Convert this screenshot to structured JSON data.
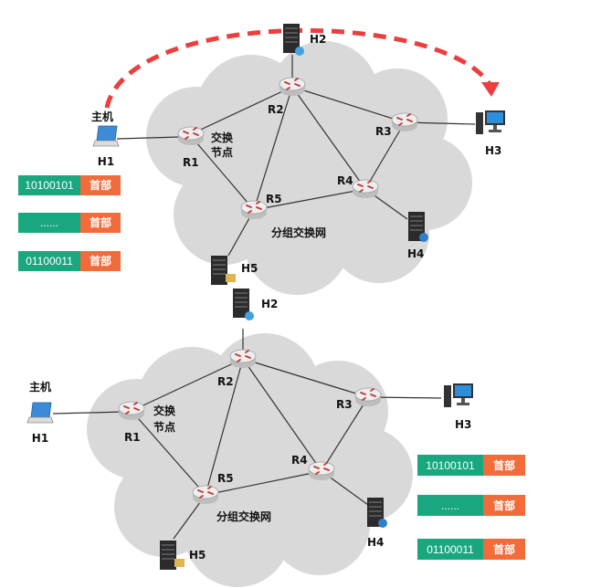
{
  "colors": {
    "cloud": "#d9d9d9",
    "packet_data": "#19a77f",
    "packet_header": "#f26b3a",
    "arc": "#ec3e3e",
    "router": "#e6e6e6",
    "router_mark": "#c0393b"
  },
  "labels": {
    "host": "主机",
    "switch_node_1": "交换",
    "switch_node_2": "节点",
    "network": "分组交换网",
    "header": "首部"
  },
  "nodes": {
    "H1": "H1",
    "H2": "H2",
    "H3": "H3",
    "H4": "H4",
    "H5": "H5",
    "R1": "R1",
    "R2": "R2",
    "R3": "R3",
    "R4": "R4",
    "R5": "R5"
  },
  "icons": {
    "host": "laptop-icon",
    "server": "server-icon",
    "desktop": "desktop-icon",
    "router": "router-icon"
  },
  "packets": [
    {
      "data": "10100101",
      "header": "首部"
    },
    {
      "data": "......",
      "header": "首部"
    },
    {
      "data": "01100011",
      "header": "首部"
    }
  ]
}
